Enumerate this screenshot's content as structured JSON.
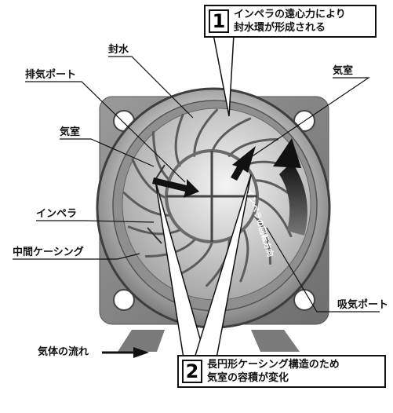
{
  "labels": {
    "seal_water": "封水",
    "exhaust_port": "排気ポート",
    "air_chamber_left": "気室",
    "impeller": "インペラ",
    "middle_casing": "中間ケーシング",
    "air_chamber_right": "気室",
    "suction_port": "吸気ポート",
    "gas_flow": "気体の流れ",
    "rotation_direction": "インペラの回転方向"
  },
  "callouts": [
    {
      "number": "1",
      "line1": "インペラの遠心力により",
      "line2": "封水環が形成される"
    },
    {
      "number": "2",
      "line1": "長円形ケーシング構造のため",
      "line2": "気室の容積が変化"
    }
  ],
  "colors": {
    "outline": "#111111",
    "casing": "#8e8e8e",
    "ring": "#b9b9b9",
    "impeller": "#d6d6d6",
    "water": "#a8a8a8"
  }
}
